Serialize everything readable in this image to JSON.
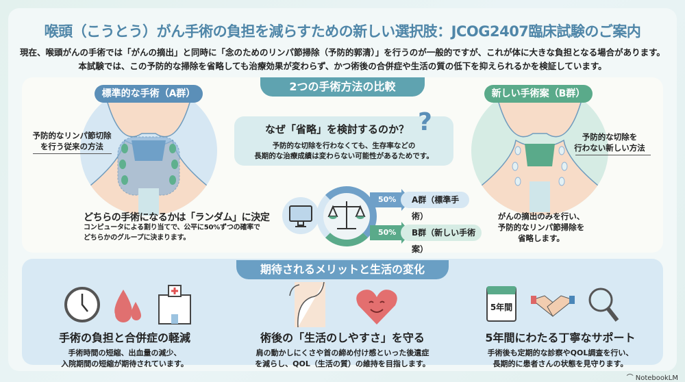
{
  "title": "喉頭（こうとう）がん手術の負担を減らすための新しい選択肢：JCOG2407臨床試験のご案内",
  "intro": [
    "現在、喉頭がんの手術では「がんの摘出」と同時に「念のためのリンパ節掃除（予防的郭清）」を行うのが一般的ですが、これが体に大きな負担となる場合があります。",
    "本試験では、この予防的な掃除を省略しても治療効果が変わらず、かつ術後の合併症や生活の質の低下を抑えられるかを検証しています。"
  ],
  "comparison": {
    "heading": "2つの手術方法の比較",
    "group_a": {
      "label": "標準的な手術（A群）",
      "callout": [
        "予防的なリンパ節切除",
        "を行う従来の方法"
      ]
    },
    "group_b": {
      "label": "新しい手術案（B群）",
      "callout": [
        "予防的な切除を",
        "行わない新しい方法"
      ],
      "description": [
        "がんの摘出のみを行い、",
        "予防的なリンパ節掃除を",
        "省略します。"
      ]
    },
    "why": {
      "title": "なぜ「省略」を検討するのか？",
      "body": [
        "予防的な切除を行わなくても、生存率などの",
        "長期的な治療成績は変わらない可能性があるためです。"
      ]
    },
    "random": {
      "title": "どちらの手術になるかは「ランダム」に決定",
      "body": [
        "コンピュータによる割り当てで、公平に50%ずつの確率で",
        "どちらかのグループに決まります。"
      ]
    },
    "allocation": [
      {
        "percent": "50%",
        "label": "A群（標準手術）"
      },
      {
        "percent": "50%",
        "label": "B群（新しい手術案）"
      }
    ]
  },
  "benefits": {
    "heading": "期待されるメリットと生活の変化",
    "items": [
      {
        "title": "手術の負担と合併症の軽減",
        "body": [
          "手術時間の短縮、出血量の減少、",
          "入院期間の短縮が期待されています。"
        ]
      },
      {
        "title": "術後の「生活のしやすさ」を守る",
        "body": [
          "肩の動かしにくさや首の締め付け感といった後遺症",
          "を減らし、QOL（生活の質）の維持を目指します。"
        ]
      },
      {
        "title": "5年間にわたる丁寧なサポート",
        "body": [
          "手術後も定期的な診察やQOL調査を行い、",
          "長期的に患者さんの状態を見守ります。"
        ],
        "calendar_label": "5年間"
      }
    ]
  },
  "brand": "NotebookLM",
  "colors": {
    "title": "#4f86a8",
    "group_a": "#5b8fb8",
    "group_b": "#5aaa8a",
    "tab": "#5fa3b0"
  }
}
